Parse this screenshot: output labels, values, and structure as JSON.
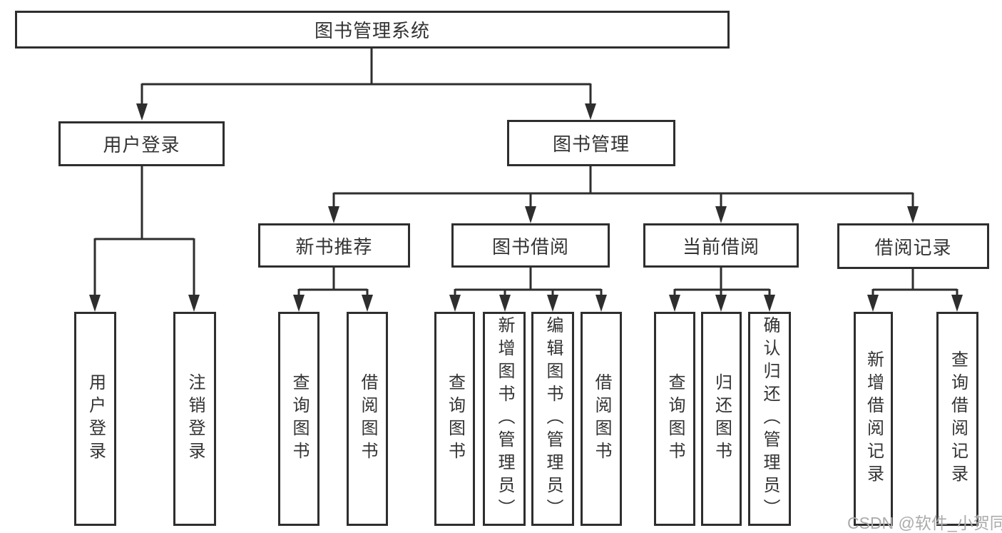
{
  "diagram": {
    "root": {
      "label": "图书管理系统"
    },
    "level2": [
      {
        "label": "用户登录"
      },
      {
        "label": "图书管理"
      }
    ],
    "user_login_leaves": [
      "用户登录",
      "注销登录"
    ],
    "book_mgmt_children": [
      {
        "label": "新书推荐",
        "leaves": [
          "查询图书",
          "借阅图书"
        ]
      },
      {
        "label": "图书借阅",
        "leaves": [
          "查询图书",
          "新增图书（管理员）",
          "编辑图书（管理员）",
          "借阅图书"
        ]
      },
      {
        "label": "当前借阅",
        "leaves": [
          "查询图书",
          "归还图书",
          "确认归还（管理员）"
        ]
      },
      {
        "label": "借阅记录",
        "leaves": [
          "新增借阅记录",
          "查询借阅记录"
        ]
      }
    ]
  },
  "watermark": {
    "text": "CSDN @软件_小贺同学"
  },
  "colors": {
    "line": "#2e2e2e",
    "border": "#2e2e2e",
    "text": "#333333",
    "background": "#ffffff",
    "watermark": "#ababab"
  }
}
